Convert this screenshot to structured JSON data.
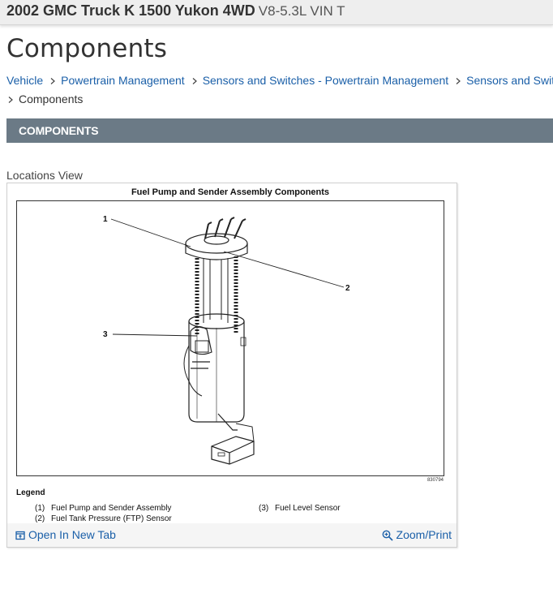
{
  "header": {
    "vehicle": "2002 GMC Truck K 1500 Yukon 4WD",
    "engine": "V8-5.3L VIN T"
  },
  "page_title": "Components",
  "breadcrumb": {
    "items": [
      "Vehicle",
      "Powertrain Management",
      "Sensors and Switches - Powertrain Management",
      "Sensors and Switches"
    ],
    "current": "Components"
  },
  "section": {
    "title": "COMPONENTS"
  },
  "locations_view_label": "Locations View",
  "figure": {
    "title": "Fuel Pump and Sender Assembly Components",
    "code": "830794",
    "callouts": [
      "1",
      "2",
      "3"
    ],
    "legend_title": "Legend",
    "legend": [
      {
        "num": "(1)",
        "text": "Fuel Pump and Sender Assembly"
      },
      {
        "num": "(2)",
        "text": "Fuel Tank Pressure (FTP) Sensor"
      },
      {
        "num": "(3)",
        "text": "Fuel Level Sensor"
      }
    ]
  },
  "actions": {
    "open_new_tab": "Open In New Tab",
    "zoom_print": "Zoom/Print"
  },
  "colors": {
    "link": "#1a5fa8",
    "section_header_bg": "#6b7a86",
    "topbar_bg": "#eeeeee"
  },
  "icons": {
    "breadcrumb_separator": "chevron-right-icon",
    "open_tab": "open-new-tab-icon",
    "zoom": "zoom-in-icon"
  }
}
